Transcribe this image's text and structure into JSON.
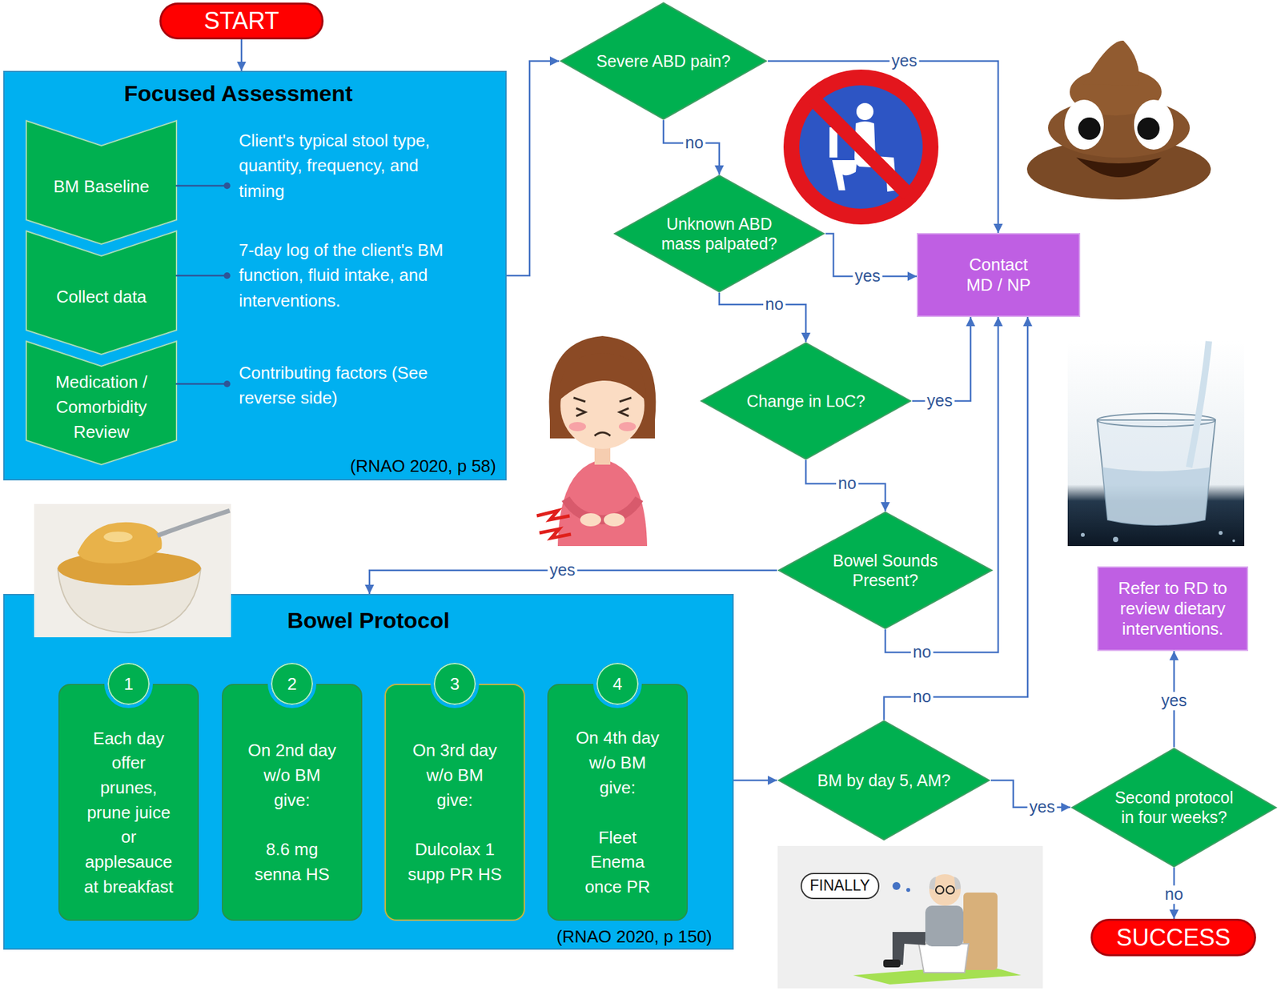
{
  "diagram": {
    "nodes": [
      {
        "text": [
          "START"
        ]
      },
      {
        "text": [
          "Focused Assessment",
          "(RNAO 2020, p 58)"
        ]
      },
      {
        "text": [
          "BM Baseline"
        ],
        "in": 1
      },
      {
        "text": [
          "Collect data"
        ],
        "in": 1
      },
      {
        "text": [
          "Medication / Comorbidity Review"
        ],
        "in": 1
      },
      {
        "text": [
          "Severe ABD pain?"
        ]
      },
      {
        "text": [
          "Unknown ABD mass palpated?"
        ]
      },
      {
        "text": [
          "Change in LoC?"
        ]
      },
      {
        "text": [
          "Bowel Sounds Present?"
        ]
      },
      {
        "text": [
          "Contact MD / NP"
        ]
      },
      {
        "text": [
          "Bowel Protocol",
          "(RNAO 2020, p 150)"
        ]
      },
      {
        "text": [
          "Each day offer prunes, prune juice or applesauce at breakfast"
        ],
        "in": 10
      },
      {
        "text": [
          "1"
        ],
        "in": 11
      },
      {
        "text": [
          "On 2nd day w/o BM give:",
          "8.6 mg senna HS"
        ],
        "in": 10
      },
      {
        "text": [
          "2"
        ],
        "in": 13
      },
      {
        "text": [
          "On 3rd day w/o BM give:",
          "Dulcolax 1 supp PR HS"
        ],
        "in": 10
      },
      {
        "text": [
          "3"
        ],
        "in": 15
      },
      {
        "text": [
          "On 4th day w/o BM give:",
          "Fleet Enema once PR"
        ],
        "in": 10
      },
      {
        "text": [
          "4"
        ],
        "in": 17
      },
      {
        "text": [
          "BM by day 5, AM?"
        ]
      },
      {
        "text": [
          "Second protocol in four weeks?"
        ]
      },
      {
        "text": [
          "Refer to RD to review dietary interventions."
        ]
      },
      {
        "text": [
          "SUCCESS"
        ]
      }
    ],
    "edges": [
      {
        "from": 0,
        "to": 1,
        "arrow": "to"
      },
      {
        "from": 1,
        "to": 5,
        "arrow": "to"
      },
      {
        "from": 5,
        "to": 9,
        "label": "yes",
        "arrow": "to"
      },
      {
        "from": 5,
        "to": 6,
        "label": "no",
        "arrow": "to"
      },
      {
        "from": 6,
        "to": 9,
        "label": "yes",
        "arrow": "to"
      },
      {
        "from": 6,
        "to": 7,
        "label": "no",
        "arrow": "to"
      },
      {
        "from": 7,
        "to": 9,
        "label": "yes",
        "arrow": "to"
      },
      {
        "from": 7,
        "to": 8,
        "label": "no",
        "arrow": "to"
      },
      {
        "from": 8,
        "to": 10,
        "label": "yes",
        "arrow": "to"
      },
      {
        "from": 8,
        "to": 9,
        "label": "no",
        "arrow": "to"
      },
      {
        "from": 10,
        "to": 19,
        "arrow": "to"
      },
      {
        "from": 19,
        "to": 9,
        "label": "no",
        "arrow": "to"
      },
      {
        "from": 19,
        "to": 20,
        "label": "yes",
        "arrow": "to"
      },
      {
        "from": 20,
        "to": 21,
        "label": "yes",
        "arrow": "to"
      },
      {
        "from": 20,
        "to": 22,
        "label": "no",
        "arrow": "to"
      }
    ],
    "labels": [
      "Client's typical stool type, quantity, frequency, and timing",
      "7-day log of the client's BM function, fluid intake, and interventions.",
      "Contributing factors (See reverse side)",
      "FINALLY"
    ]
  }
}
